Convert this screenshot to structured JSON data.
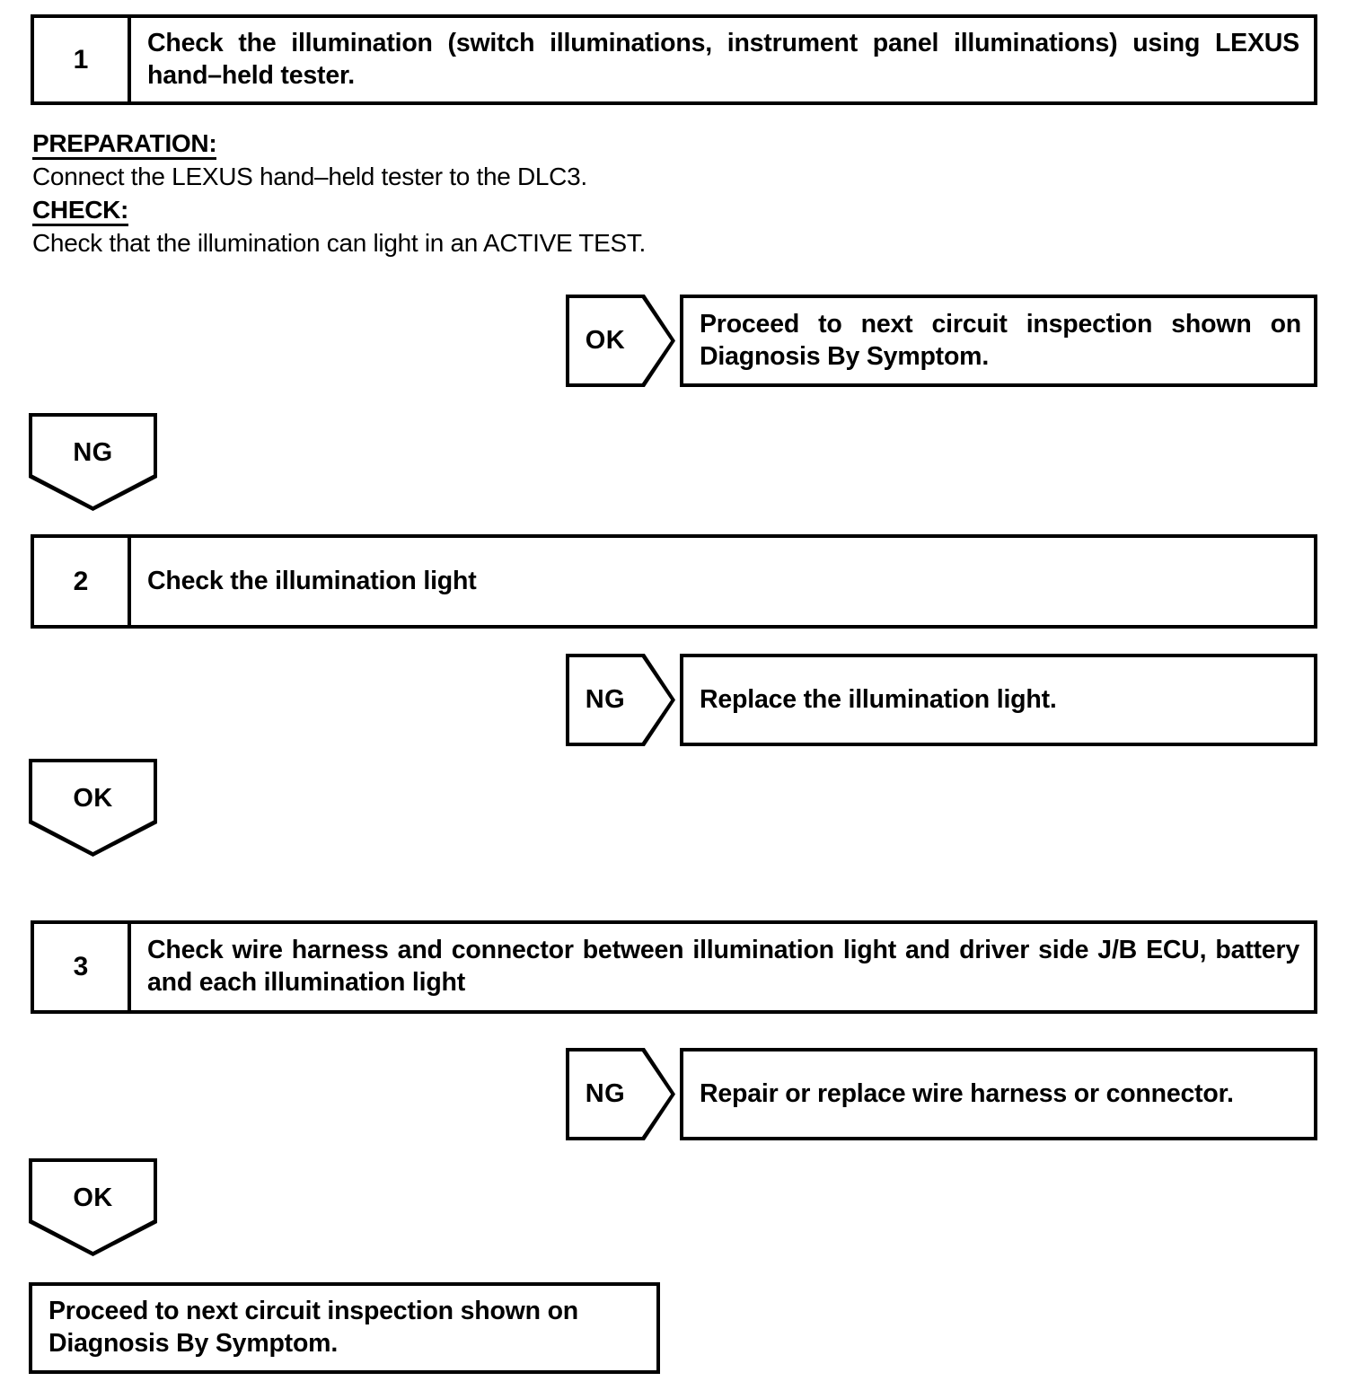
{
  "document": {
    "type": "diagnostic-flowchart",
    "title": "Illumination Circuit Inspection"
  },
  "steps": [
    {
      "number": "1",
      "text": "Check the illumination (switch illuminations, instrument panel illuminations) using LEXUS hand–held tester."
    },
    {
      "number": "2",
      "text": "Check the illumination light"
    },
    {
      "number": "3",
      "text": "Check wire harness and connector between illumination light and driver side J/B ECU, battery and each illumination light"
    }
  ],
  "notes": [
    {
      "heading": "PREPARATION:",
      "body": "Connect the LEXUS hand–held tester to the DLC3."
    },
    {
      "heading": "CHECK:",
      "body": "Check that the illumination can light in an ACTIVE TEST."
    }
  ],
  "judgements": {
    "ok": "OK",
    "ng": "NG"
  },
  "results": [
    {
      "judgement": "OK",
      "text": "Proceed to next circuit inspection shown on Diagnosis By Symptom."
    },
    {
      "judgement": "NG",
      "text": "Replace the illumination light."
    },
    {
      "judgement": "NG",
      "text": "Repair or replace wire harness or connector."
    }
  ],
  "branches": [
    {
      "judgement": "NG"
    },
    {
      "judgement": "OK"
    },
    {
      "judgement": "OK"
    }
  ],
  "terminal": {
    "text": "Proceed to next circuit inspection shown on Diagnosis By Symptom."
  },
  "colors": {
    "ink": "#000000",
    "paper": "#ffffff"
  }
}
